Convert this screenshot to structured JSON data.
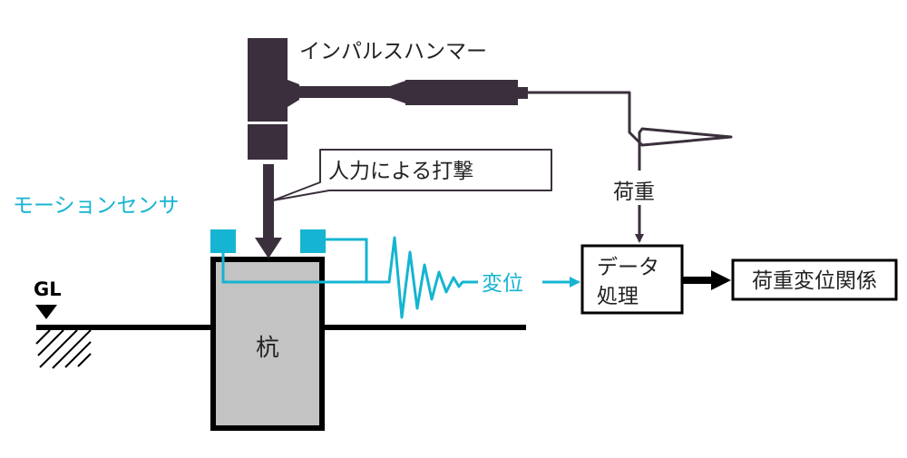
{
  "labels": {
    "hammer": "インパルスハンマー",
    "strike": "人力による打撃",
    "sensor": "モーションセンサ",
    "load": "荷重",
    "displacement": "変位",
    "processing_line1": "データ",
    "processing_line2": "処理",
    "result": "荷重変位関係",
    "ground": "GL",
    "pile": "杭"
  },
  "colors": {
    "hammer": "#3b2f3d",
    "sensor": "#15b4d2",
    "outline": "#000000",
    "pile_fill": "#c3c3c3",
    "text": "#222222"
  }
}
